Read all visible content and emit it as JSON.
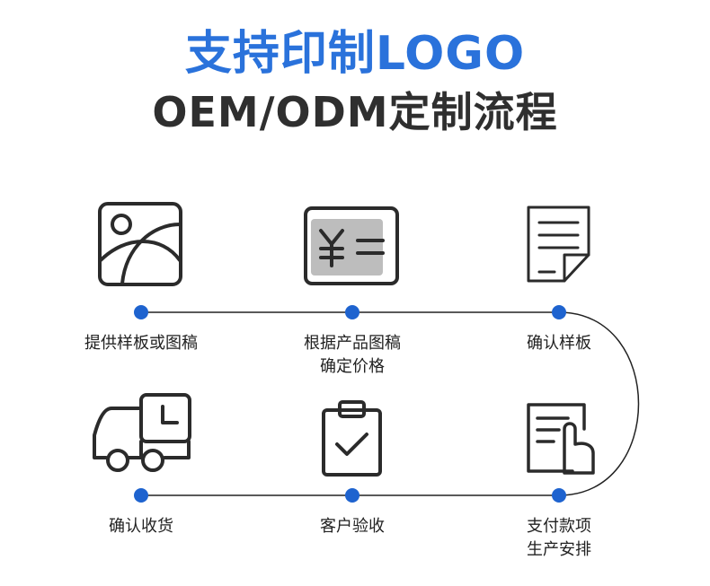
{
  "header": {
    "title_line1": "支持印制LOGO",
    "title_line2": "OEM/ODM定制流程"
  },
  "colors": {
    "accent": "#2a72db",
    "title_dark": "#2f2f2f",
    "icon_stroke": "#2b2b2b",
    "icon_fill_gray": "#bdbdbd",
    "line": "#222222",
    "dot": "#1e63cf"
  },
  "steps": [
    {
      "icon": "image-icon",
      "label_line1": "提供样板或图稿",
      "label_line2": ""
    },
    {
      "icon": "price-yuan-icon",
      "label_line1": "根据产品图稿",
      "label_line2": "确定价格"
    },
    {
      "icon": "document-icon",
      "label_line1": "确认样板",
      "label_line2": ""
    },
    {
      "icon": "payment-production-icon",
      "label_line1": "支付款项",
      "label_line2": "生产安排"
    },
    {
      "icon": "clipboard-check-icon",
      "label_line1": "客户验收",
      "label_line2": ""
    },
    {
      "icon": "delivery-truck-icon",
      "label_line1": "确认收货",
      "label_line2": ""
    }
  ]
}
